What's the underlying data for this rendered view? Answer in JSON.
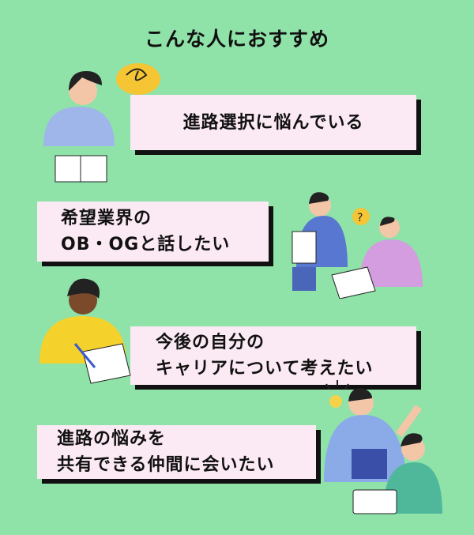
{
  "title": "こんな人におすすめ",
  "items": [
    {
      "text": "進路選択に悩んでいる"
    },
    {
      "text": "希望業界の\nOB・OGと話したい"
    },
    {
      "text": "今後の自分の\nキャリアについて考えたい"
    },
    {
      "text": "進路の悩みを\n共有できる仲間に会いたい"
    }
  ],
  "illustration_marks": {
    "question": "?"
  },
  "colors": {
    "background": "#8fe2a8",
    "card": "#fbe9f3",
    "shadow": "#111111"
  }
}
